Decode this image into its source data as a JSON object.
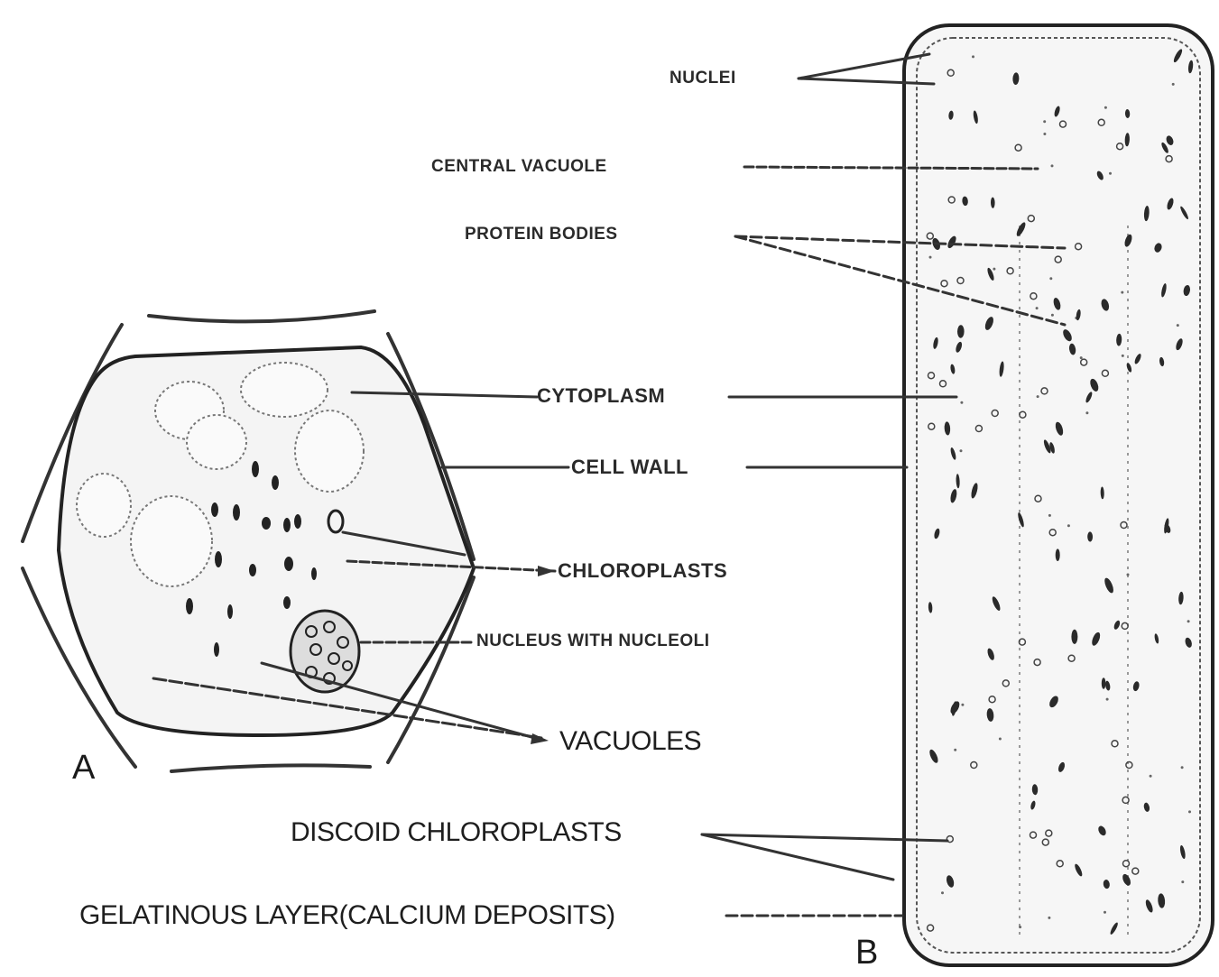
{
  "labels": {
    "nuclei": "NUCLEI",
    "central_vacuole": "CENTRAL VACUOLE",
    "protein_bodies": "PROTEIN BODIES",
    "cytoplasm": "CYTOPLASM",
    "cell_wall": "CELL WALL",
    "chloroplasts": "CHLOROPLASTS",
    "nucleus_with_nucleoli": "NUCLEUS WITH NUCLEOLI",
    "vacuoles": "VACUOLES",
    "discoid_chloroplasts": "DISCOID CHLOROPLASTS",
    "gelatinous_layer": "GELATINOUS LAYER(CALCIUM DEPOSITS)"
  },
  "figure_letters": {
    "a": "A",
    "b": "B"
  },
  "colors": {
    "ink": "#2a2a2a",
    "background": "#ffffff"
  }
}
